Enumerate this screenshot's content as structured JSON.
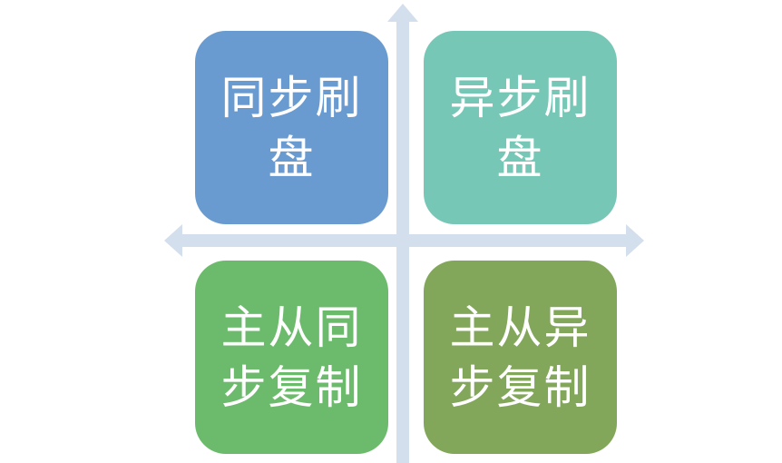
{
  "quadrants": {
    "top_left": {
      "label": "同步刷盘",
      "color": "#6a9bd0"
    },
    "top_right": {
      "label": "异步刷盘",
      "color": "#76c7b6"
    },
    "bottom_left": {
      "label": "主从同步复制",
      "color": "#6cbb6c"
    },
    "bottom_right": {
      "label": "主从异步复制",
      "color": "#82a65a"
    }
  },
  "axis_color": "#d3dfec"
}
